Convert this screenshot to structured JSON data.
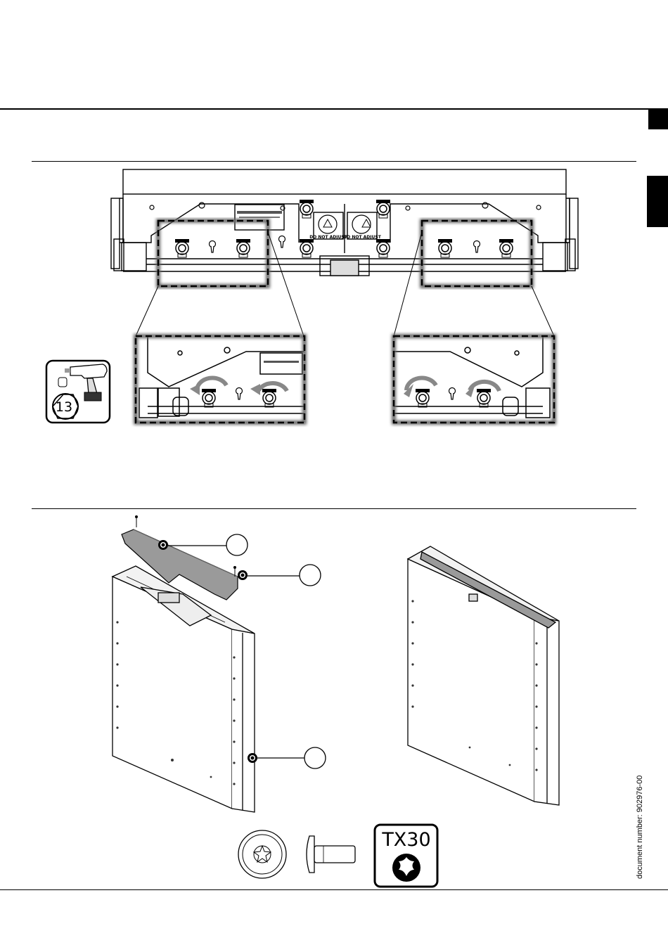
{
  "document": {
    "document_number": "document number: 902976-00"
  },
  "labels": {
    "do_not_adjust_left": "DO NOT ADJUST",
    "do_not_adjust_right": "DO NOT ADJUST",
    "socket_size": "13",
    "torx_size": "TX30"
  },
  "icons": {
    "drill": "cordless-drill-icon",
    "socket": "hex-socket-icon",
    "torx": "torx-bit-icon",
    "screw_head": "screw-head-icon",
    "screw_side": "screw-side-icon",
    "warning": "warning-triangle-icon"
  }
}
